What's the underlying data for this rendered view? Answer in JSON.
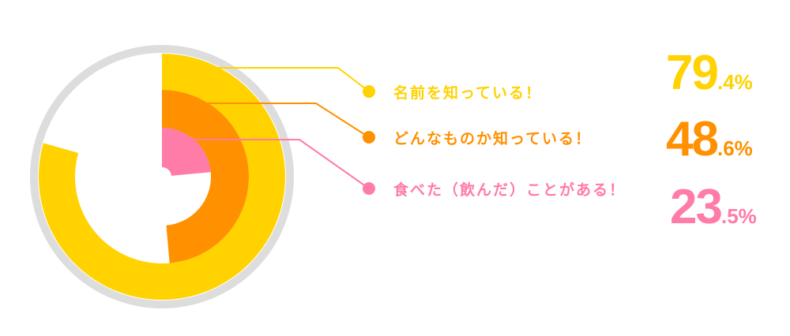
{
  "chart_data": {
    "type": "radial-bar",
    "series": [
      {
        "name": "名前を知っている！",
        "value": 79.4,
        "int_part": "79",
        "dec_part": ".4%",
        "color": "#FFD200"
      },
      {
        "name": "どんなものか知っている！",
        "value": 48.6,
        "int_part": "48",
        "dec_part": ".6%",
        "color": "#FF9000"
      },
      {
        "name": "食べた（飲んだ）ことがある！",
        "value": 23.5,
        "int_part": "23",
        "dec_part": ".5%",
        "color": "#FF7BA8"
      }
    ],
    "max": 100,
    "track_color": "#DDDDDD"
  }
}
